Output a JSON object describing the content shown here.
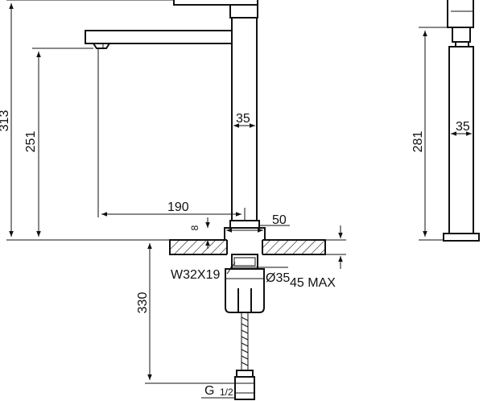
{
  "dimensions": {
    "total_height": "313",
    "spout_height": "251",
    "body_width_front": "35",
    "spout_reach": "190",
    "flange_height": "8",
    "base_width": "50",
    "thread_label": "W32X19",
    "hole_diameter": "Ø35",
    "deck_max": "45 MAX",
    "supply_length": "330",
    "connection_label": "G",
    "connection_size": "1/2",
    "side_height": "281",
    "body_width_side": "35"
  }
}
